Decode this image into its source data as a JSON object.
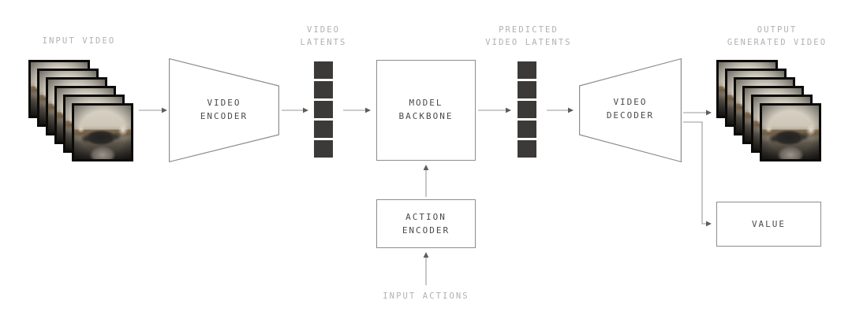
{
  "diagram": {
    "title": "Video world model architecture",
    "background_color": "#ffffff",
    "caption_color": "#b3b1ae",
    "node_text_color": "#4a4a48",
    "node_border_color": "#8d8d8a",
    "latent_color": "#3b3a38",
    "connector_color": "#9a9a97"
  },
  "captions": {
    "input_video": "INPUT VIDEO",
    "video_latents": "VIDEO\nLATENTS",
    "predicted_video_latents": "PREDICTED\nVIDEO LATENTS",
    "output_generated_video": "OUTPUT\nGENERATED VIDEO",
    "input_actions": "INPUT ACTIONS"
  },
  "nodes": {
    "video_encoder": "VIDEO\nENCODER",
    "model_backbone": "MODEL\nBACKBONE",
    "action_encoder": "ACTION\nENCODER",
    "video_decoder": "VIDEO\nDECODER",
    "value": "VALUE"
  },
  "latents": {
    "video_latents_count": 5,
    "predicted_latents_count": 5
  },
  "frame_stacks": {
    "input_frame_count": 6,
    "output_frame_count": 6,
    "scene_description": "egocentric view of hands over a dark object on a wooden desk"
  }
}
